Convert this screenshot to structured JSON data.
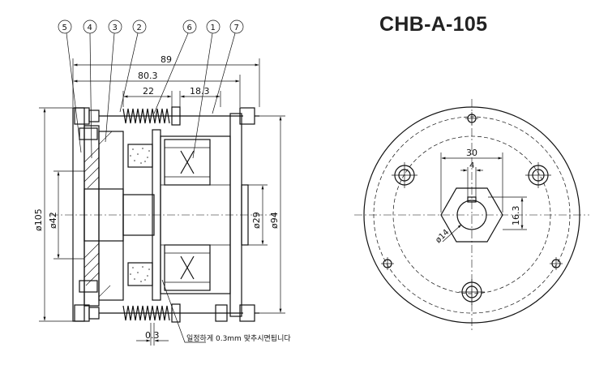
{
  "title": "CHB-A-105",
  "balloons": [
    "5",
    "4",
    "3",
    "2",
    "6",
    "1",
    "7"
  ],
  "dimensions": {
    "len_89": "89",
    "len_80_3": "80.3",
    "len_22": "22",
    "len_18_3": "18.3",
    "dia_105": "ø105",
    "dia_42": "ø42",
    "dia_29": "ø29",
    "dia_94": "ø94",
    "gap": "0.3",
    "width_30": "30",
    "keyway_4": "4",
    "height_16_3": "16.3",
    "dia_14": "ø14"
  },
  "note": "일정하게 0.3mm 맞추시면됩니다"
}
